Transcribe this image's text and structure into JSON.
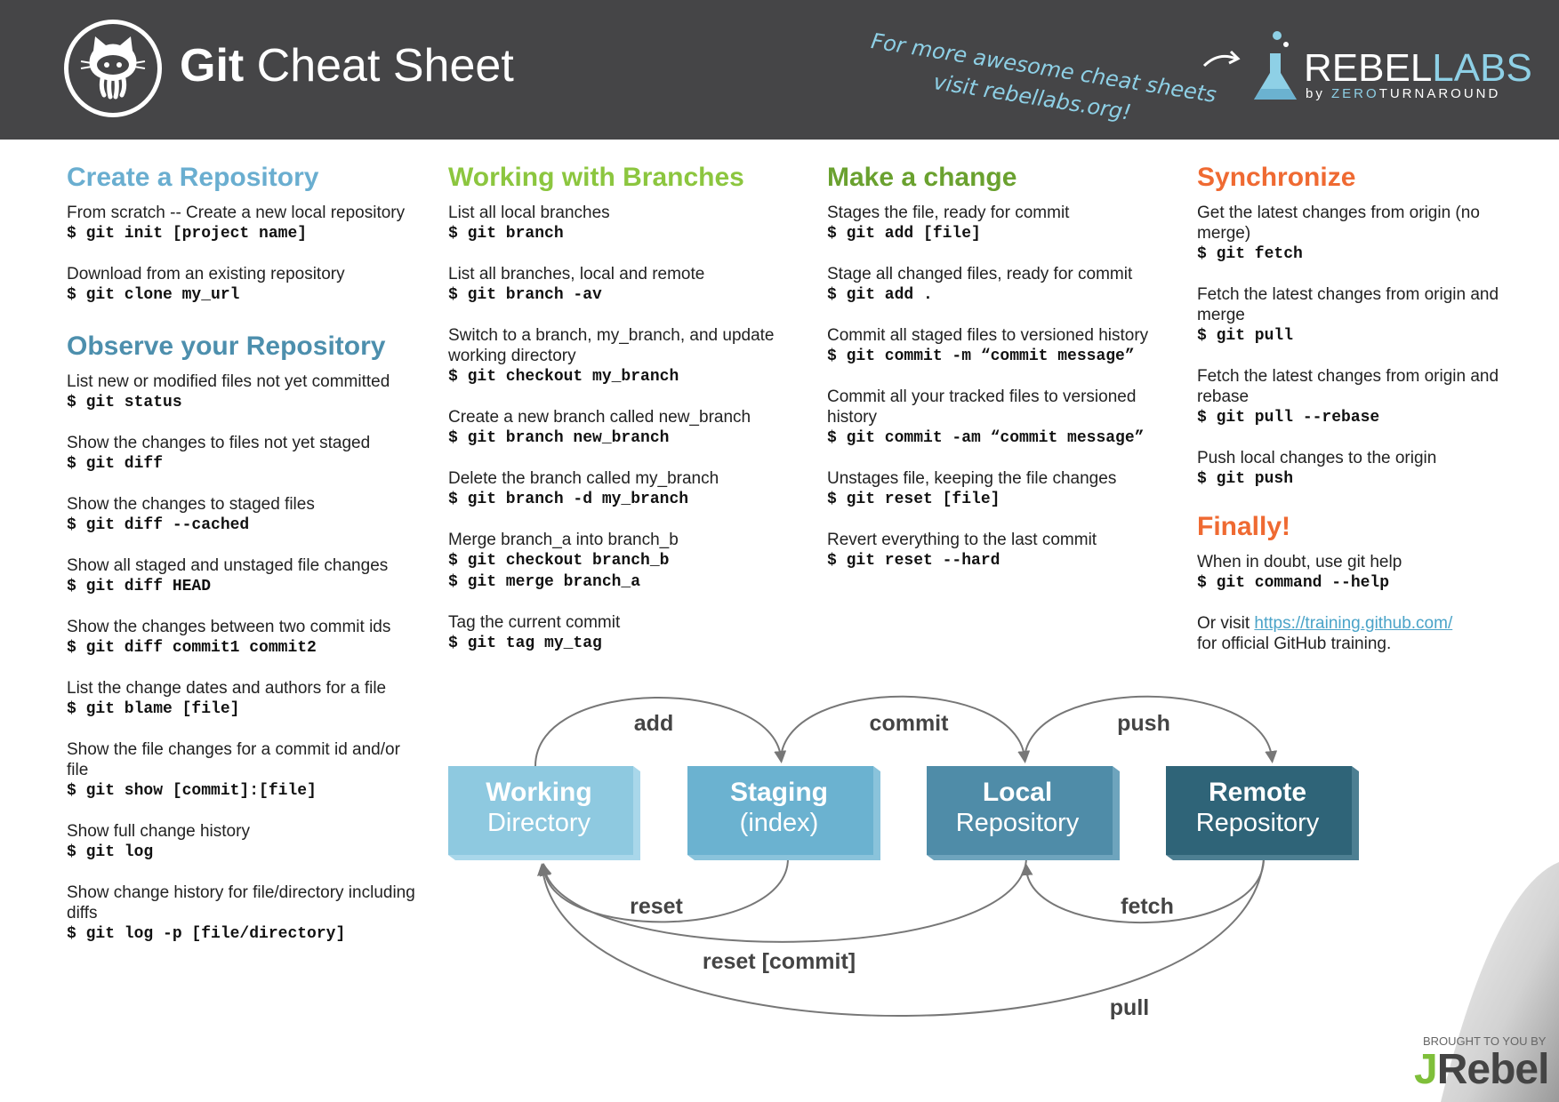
{
  "header": {
    "title_bold": "Git",
    "title_rest": " Cheat Sheet",
    "promo_line1": "For more awesome cheat sheets",
    "promo_line2": "visit rebellabs.org!",
    "brand_rebel": "REBEL",
    "brand_labs": "LABS",
    "brand_by": "by ",
    "brand_zero": "ZERO",
    "brand_turnaround": "TURNAROUND"
  },
  "colors": {
    "header_bg": "#454547",
    "create": "#6aaed0",
    "observe": "#4d8fad",
    "branches": "#8cc63f",
    "change": "#6aa12f",
    "sync": "#ef6a32",
    "finally": "#ef6a32"
  },
  "columns": {
    "create": {
      "title": "Create a Repository",
      "items": [
        {
          "desc": "From scratch -- Create a new local repository",
          "cmds": [
            "$ git init [project name]"
          ]
        },
        {
          "desc": "Download from an existing repository",
          "cmds": [
            "$ git clone my_url"
          ]
        }
      ]
    },
    "observe": {
      "title": "Observe your Repository",
      "items": [
        {
          "desc": "List new or modified files not yet committed",
          "cmds": [
            "$ git status"
          ]
        },
        {
          "desc": "Show the changes to files not yet staged",
          "cmds": [
            "$ git diff"
          ]
        },
        {
          "desc": "Show the changes to staged files",
          "cmds": [
            "$ git diff --cached"
          ]
        },
        {
          "desc": "Show all staged and unstaged file changes",
          "cmds": [
            "$ git diff HEAD"
          ]
        },
        {
          "desc": "Show the changes between two commit ids",
          "cmds": [
            "$ git diff commit1 commit2"
          ]
        },
        {
          "desc": "List the change dates and authors for a file",
          "cmds": [
            "$ git blame [file]"
          ]
        },
        {
          "desc": "Show the file changes for a commit id and/or file",
          "cmds": [
            "$ git show [commit]:[file]"
          ]
        },
        {
          "desc": "Show full change history",
          "cmds": [
            "$ git log"
          ]
        },
        {
          "desc": "Show change history for file/directory including diffs",
          "cmds": [
            "$ git log -p [file/directory]"
          ]
        }
      ]
    },
    "branches": {
      "title": "Working with Branches",
      "items": [
        {
          "desc": "List all local branches",
          "cmds": [
            "$ git branch"
          ]
        },
        {
          "desc": "List all branches, local and remote",
          "cmds": [
            "$ git branch -av"
          ]
        },
        {
          "desc": "Switch to a branch, my_branch, and update working directory",
          "cmds": [
            "$ git checkout my_branch"
          ]
        },
        {
          "desc": "Create a new branch called new_branch",
          "cmds": [
            "$ git branch new_branch"
          ]
        },
        {
          "desc": "Delete the branch called my_branch",
          "cmds": [
            "$ git branch -d my_branch"
          ]
        },
        {
          "desc": "Merge branch_a into branch_b",
          "cmds": [
            "$ git checkout branch_b",
            "$ git merge branch_a"
          ]
        },
        {
          "desc": "Tag the current commit",
          "cmds": [
            "$ git tag my_tag"
          ]
        }
      ]
    },
    "change": {
      "title": "Make a change",
      "items": [
        {
          "desc": "Stages the file, ready for commit",
          "cmds": [
            "$ git add [file]"
          ]
        },
        {
          "desc": "Stage all changed files, ready for commit",
          "cmds": [
            "$ git add ."
          ]
        },
        {
          "desc": "Commit all staged files to versioned history",
          "cmds": [
            "$ git commit -m “commit message”"
          ]
        },
        {
          "desc": "Commit all your tracked files to versioned history",
          "cmds": [
            "$ git commit -am “commit message”"
          ]
        },
        {
          "desc": "Unstages file, keeping the file changes",
          "cmds": [
            "$ git reset [file]"
          ]
        },
        {
          "desc": "Revert everything to the last commit",
          "cmds": [
            "$ git reset --hard"
          ]
        }
      ]
    },
    "sync": {
      "title": "Synchronize",
      "items": [
        {
          "desc": "Get the latest changes from origin (no merge)",
          "cmds": [
            "$ git fetch"
          ]
        },
        {
          "desc": "Fetch the latest changes from origin and merge",
          "cmds": [
            "$ git pull"
          ]
        },
        {
          "desc": "Fetch the latest changes from origin and rebase",
          "cmds": [
            "$ git pull --rebase"
          ]
        },
        {
          "desc": "Push local changes to the origin",
          "cmds": [
            "$ git push"
          ]
        }
      ]
    },
    "finally": {
      "title": "Finally!",
      "help_desc": "When in doubt, use git help",
      "help_cmd": "$ git command --help",
      "visit_prefix": "Or visit ",
      "visit_link": "https://training.github.com/",
      "visit_suffix": "for official GitHub training."
    }
  },
  "diagram": {
    "boxes": [
      {
        "bold": "Working",
        "light": "Directory",
        "fill": "#8ec9e0",
        "side": "#a9d7ea"
      },
      {
        "bold": "Staging",
        "light": "(index)",
        "fill": "#6bb2d0",
        "side": "#8ac3db"
      },
      {
        "bold": "Local",
        "light": "Repository",
        "fill": "#4f8ca8",
        "side": "#6ea4bd"
      },
      {
        "bold": "Remote",
        "light": "Repository",
        "fill": "#2f6478",
        "side": "#4d7f92"
      }
    ],
    "labels": {
      "add": "add",
      "commit": "commit",
      "push": "push",
      "reset": "reset",
      "fetch": "fetch",
      "reset_commit": "reset [commit]",
      "pull": "pull"
    }
  },
  "footer": {
    "brought": "BROUGHT TO YOU BY",
    "jrebel_j": "J",
    "jrebel_rest": "Rebel"
  }
}
